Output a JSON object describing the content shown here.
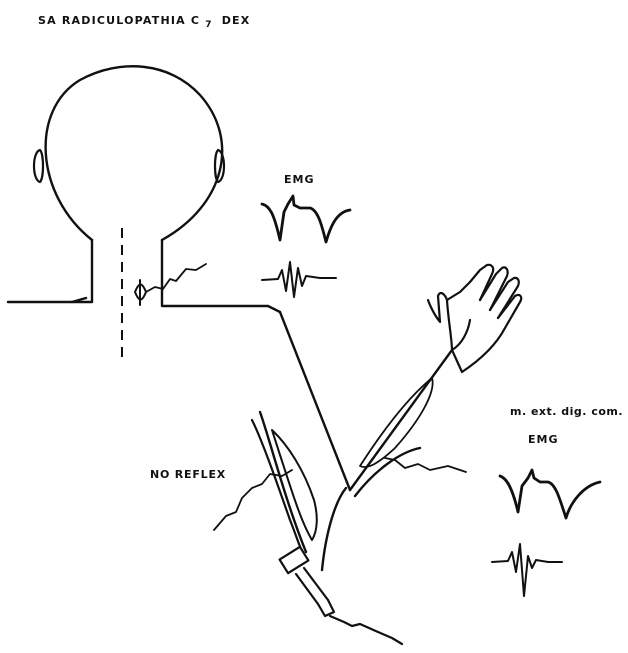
{
  "title": {
    "prefix": "SA RADICULOPATHIA C",
    "subscript": "7",
    "suffix": "DEX"
  },
  "labels": {
    "emg_top": "EMG",
    "muscle": "m. ext. dig. com.",
    "emg_bottom": "EMG",
    "no_reflex": "NO REFLEX"
  },
  "colors": {
    "ink": "#111111",
    "paper": "#ffffff"
  }
}
